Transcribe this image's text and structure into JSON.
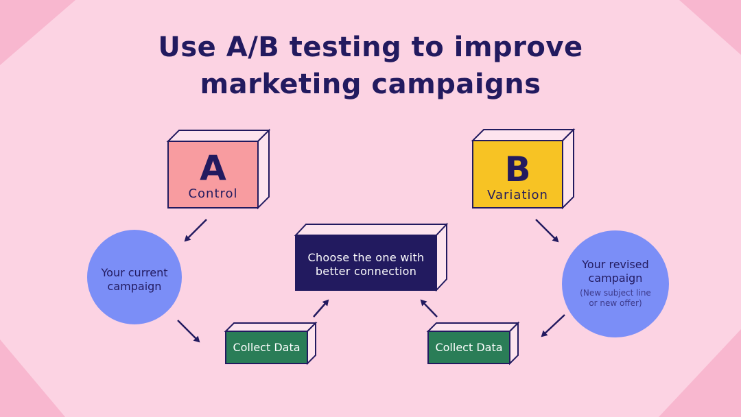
{
  "title": {
    "line1": "Use A/B testing to improve",
    "line2": "marketing campaigns"
  },
  "box_a": {
    "letter": "A",
    "label": "Control"
  },
  "box_b": {
    "letter": "B",
    "label": "Variation"
  },
  "circle_left": {
    "text_line1": "Your current",
    "text_line2": "campaign"
  },
  "circle_right": {
    "text_line1": "Your revised",
    "text_line2": "campaign",
    "note_line1": "(New subject line",
    "note_line2": "or new offer)"
  },
  "center_box": {
    "line1": "Choose the one with",
    "line2": "better connection"
  },
  "collect_left": {
    "label": "Collect Data"
  },
  "collect_right": {
    "label": "Collect Data"
  },
  "colors": {
    "background": "#fcd3e3",
    "corner_pink": "#f8b7cf",
    "navy": "#221a5f",
    "box_a_fill": "#f89ca0",
    "box_b_fill": "#f7c324",
    "circle_fill": "#7b8ef7",
    "green_fill": "#2a7d57"
  }
}
